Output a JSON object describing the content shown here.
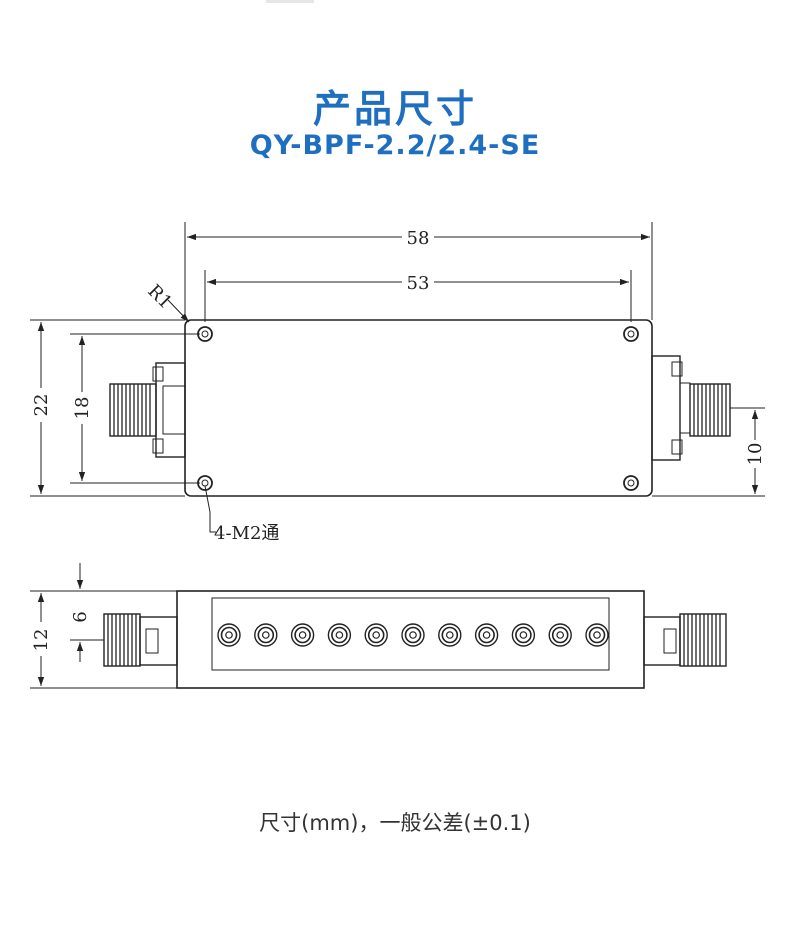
{
  "header": {
    "title": "产品尺寸",
    "model": "QY-BPF-2.2/2.4-SE"
  },
  "drawing": {
    "dims": {
      "total_length": "58",
      "hole_pitch": "53",
      "radius": "R1",
      "height": "22",
      "hole_spacing": "18",
      "connector_offset": "10",
      "holes_note": "4-M2通",
      "side_height": "12",
      "side_center": "6"
    },
    "tuning_screw_count": 11
  },
  "footer": {
    "note": "尺寸(mm)，一般公差(±0.1)"
  }
}
